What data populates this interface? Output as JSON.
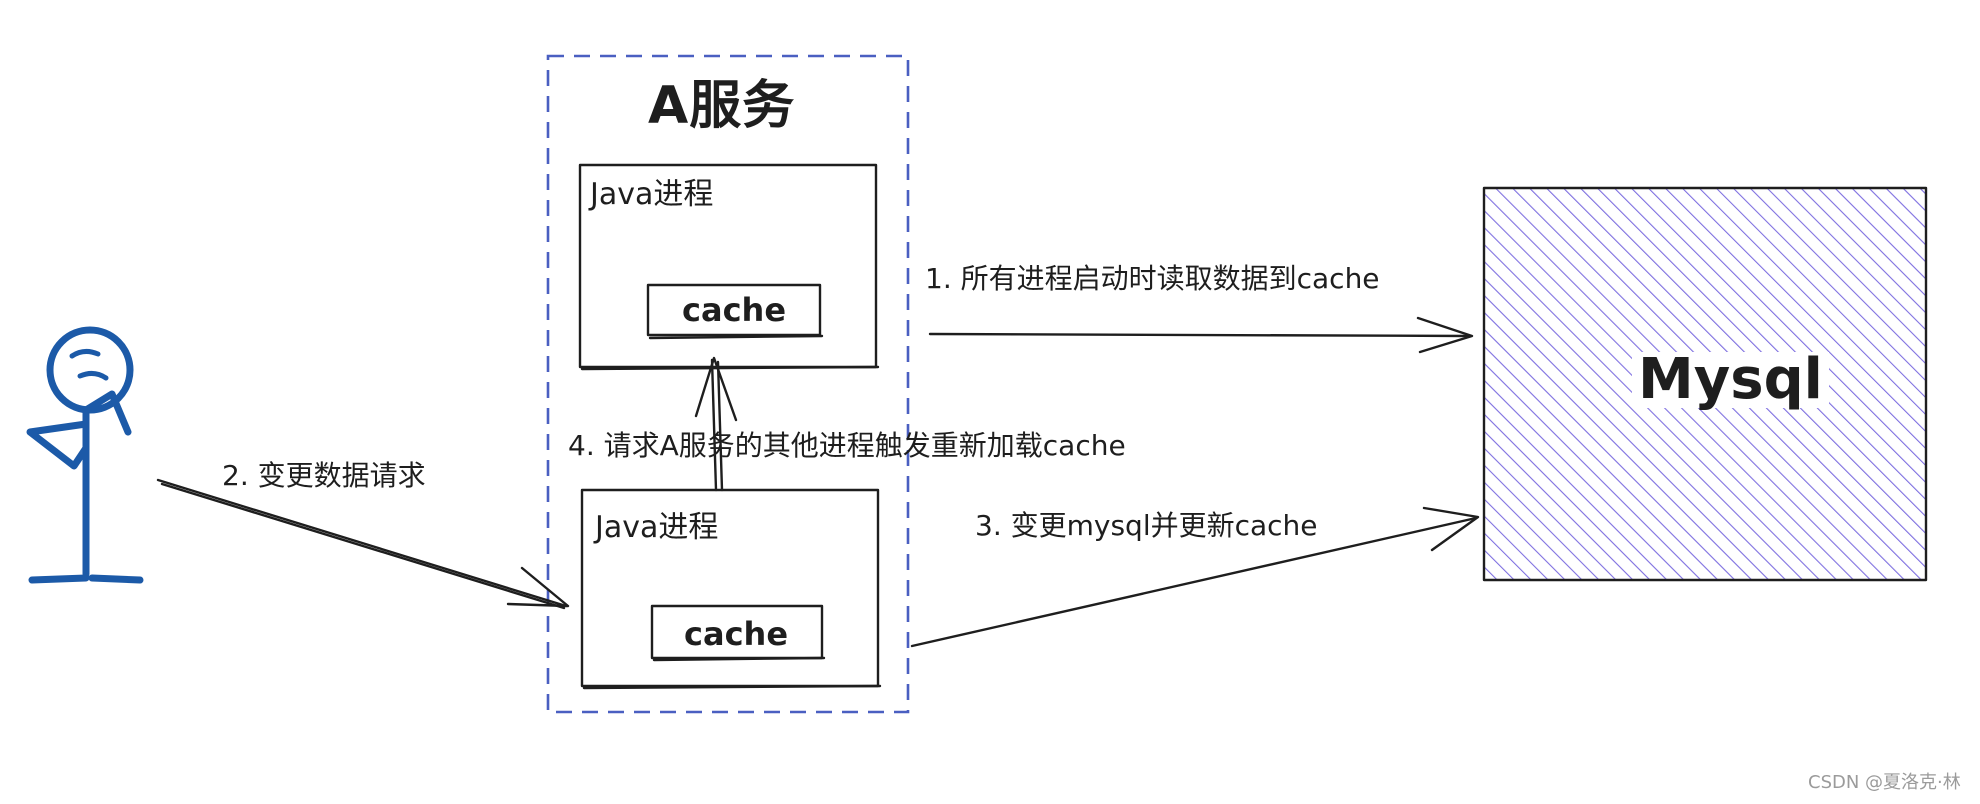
{
  "diagram": {
    "service_title": "A服务",
    "upper_process": {
      "title": "Java进程",
      "cache_label": "cache"
    },
    "lower_process": {
      "title": "Java进程",
      "cache_label": "cache"
    },
    "database_label": "Mysql",
    "steps": {
      "step1": "1. 所有进程启动时读取数据到cache",
      "step2": "2. 变更数据请求",
      "step3": "3. 变更mysql并更新cache",
      "step4": "4. 请求A服务的其他进程触发重新加载cache"
    },
    "actor_icon": "stick-figure-user-icon",
    "colors": {
      "ink": "#1e1e1e",
      "service_border": "#4a5fc1",
      "actor": "#1c5aa8",
      "database_hatch": "#7e6fe0"
    }
  },
  "watermark": "CSDN @夏洛克·林"
}
